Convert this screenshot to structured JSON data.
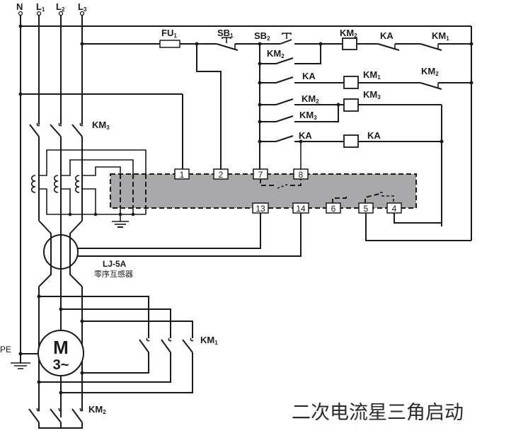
{
  "title": "二次电流星三角启动",
  "supply": {
    "labels": [
      "N",
      "L",
      "L",
      "L"
    ],
    "subs": [
      "",
      "1",
      "2",
      "3"
    ],
    "pe": "PE"
  },
  "components": {
    "fu": {
      "name": "FU",
      "sub": "1"
    },
    "sb1": {
      "name": "SB",
      "sub": "1"
    },
    "sb2": {
      "name": "SB",
      "sub": "2"
    },
    "km1": {
      "name": "KM",
      "sub": "1"
    },
    "km2": {
      "name": "KM",
      "sub": "2"
    },
    "km3": {
      "name": "KM",
      "sub": "3"
    },
    "ka": {
      "name": "KA",
      "sub": ""
    }
  },
  "transformer": {
    "model": "LJ-5A",
    "desc": "零序互感器"
  },
  "motor": {
    "line1": "M",
    "line2": "3~"
  },
  "terminals": {
    "top": [
      "1",
      "2",
      "7",
      "8"
    ],
    "bottom": [
      "13",
      "14",
      "6",
      "5",
      "4"
    ]
  }
}
